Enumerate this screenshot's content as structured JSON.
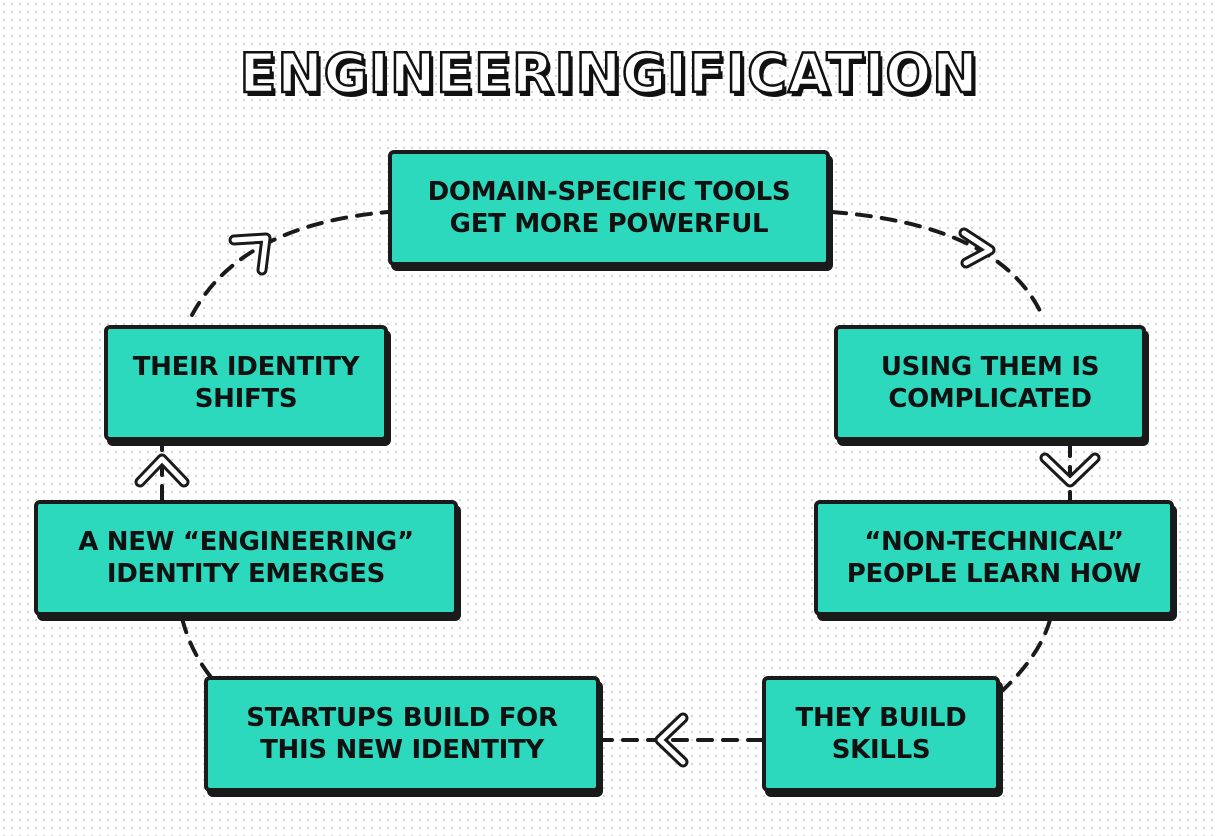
{
  "title": "ENGINEERINGIFICATION",
  "nodes": [
    {
      "id": "tools",
      "lines": [
        "DOMAIN-SPECIFIC TOOLS",
        "GET MORE POWERFUL"
      ]
    },
    {
      "id": "complicated",
      "lines": [
        "USING THEM IS",
        "COMPLICATED"
      ]
    },
    {
      "id": "learn",
      "lines": [
        "“NON-TECHNICAL”",
        "PEOPLE LEARN HOW"
      ]
    },
    {
      "id": "skills",
      "lines": [
        "THEY BUILD",
        "SKILLS"
      ]
    },
    {
      "id": "startups",
      "lines": [
        "STARTUPS BUILD FOR",
        "THIS NEW IDENTITY"
      ]
    },
    {
      "id": "emerges",
      "lines": [
        "A NEW “ENGINEERING”",
        "IDENTITY EMERGES"
      ]
    },
    {
      "id": "shifts",
      "lines": [
        "THEIR IDENTITY",
        "SHIFTS"
      ]
    }
  ],
  "colors": {
    "box_fill": "#2dd9bd",
    "outline": "#1a1a1a",
    "background": "#ffffff",
    "dots": "#d4d4d4"
  }
}
